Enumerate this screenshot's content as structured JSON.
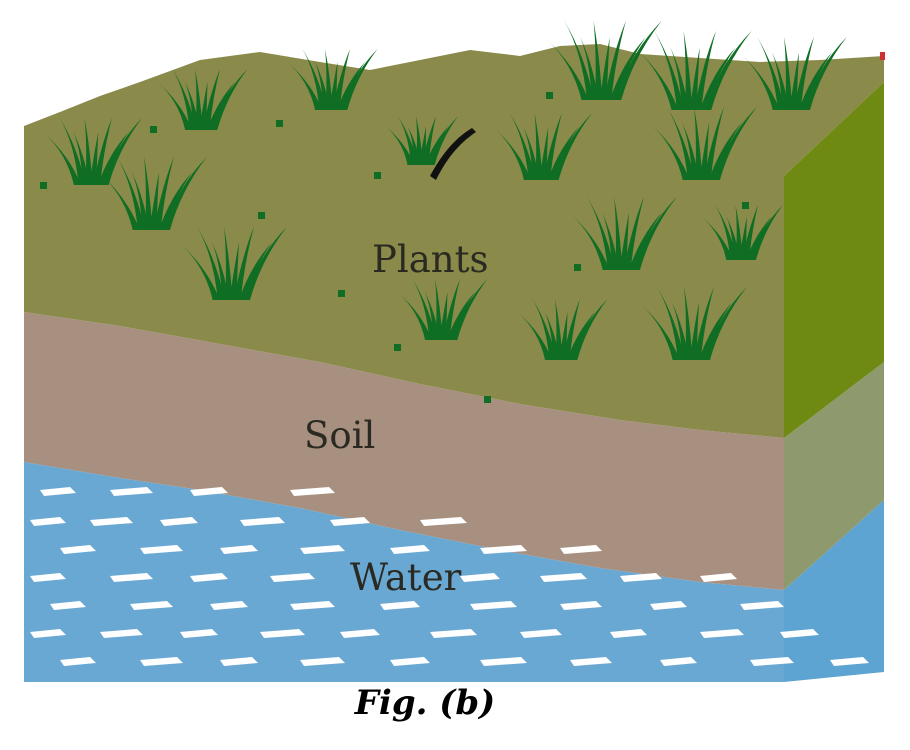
{
  "labels": {
    "plants": "Plants",
    "soil": "Soil",
    "water": "Water"
  },
  "caption": "Fig. (b)",
  "colors": {
    "plant_layer": "#8a8a4a",
    "plant_side": "#6e8a12",
    "soil_layer": "#a89080",
    "soil_side": "#8e9a6e",
    "water_layer": "#6aa8d4",
    "water_side": "#5ea4d2",
    "grass": "#0f6e24",
    "water_streak": "#ffffff"
  }
}
